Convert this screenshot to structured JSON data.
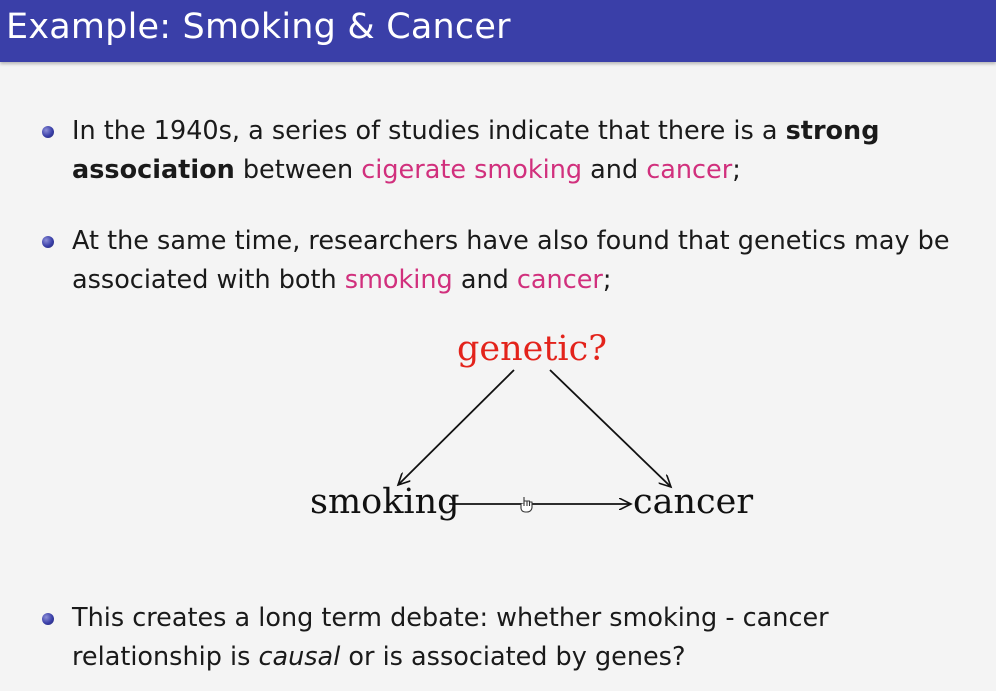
{
  "slide": {
    "title": "Example: Smoking & Cancer"
  },
  "bullets": [
    {
      "part1": "In the 1940s, a series of studies indicate that there is a ",
      "bold": "strong association",
      "part2": " between ",
      "pink1": "cigerate smoking",
      "part3": " and ",
      "pink2": "cancer",
      "part4": ";"
    },
    {
      "part1": "At the same time, researchers have also found that genetics may be associated with both ",
      "pink1": "smoking",
      "part2": " and ",
      "pink2": "cancer",
      "part3": ";"
    },
    {
      "part1": "This creates a long term debate: whether smoking - cancer relationship is ",
      "italic": "causal",
      "part2": " or is associated by genes?"
    }
  ],
  "diagram": {
    "top_node": "genetic?",
    "left_node": "smoking",
    "right_node": "cancer",
    "top_node_color": "#e3231b",
    "text_color": "#111111",
    "cursor_icon": "hand-cursor-icon"
  },
  "theme": {
    "title_bar_color": "#3a3fa8",
    "highlight_color": "#d1307d",
    "background": "#f4f4f4"
  }
}
